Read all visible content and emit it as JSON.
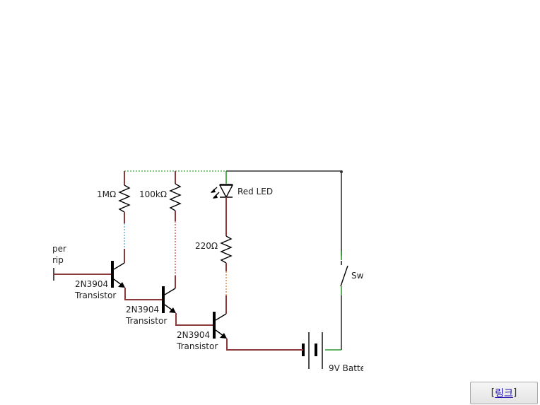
{
  "diagram": {
    "labels": {
      "r1": "1MΩ",
      "r2": "100kΩ",
      "r3": "220Ω",
      "led": "Red LED",
      "switch": "Sw",
      "battery": "9V Batte",
      "sensor_line1": "per",
      "sensor_line2": "rip",
      "t1_line1": "2N3904",
      "t1_line2": "Transistor",
      "t2_line1": "2N3904",
      "t2_line2": "Transistor",
      "t3_line1": "2N3904",
      "t3_line2": "Transistor"
    }
  },
  "footer": {
    "open_bracket": "[",
    "link_label": "링크",
    "close_bracket": "]"
  }
}
